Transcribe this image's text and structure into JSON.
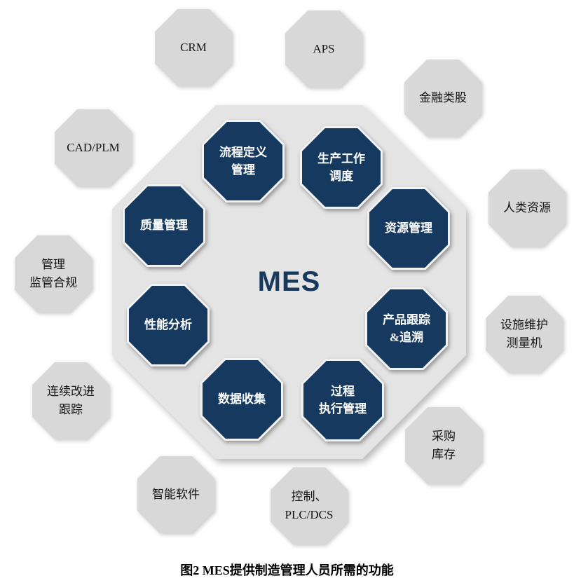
{
  "diagram": {
    "center": {
      "label": "MES"
    },
    "caption": "图2  MES提供制造管理人员所需的功能",
    "colors": {
      "inner_node": "#16395f",
      "inner_text": "#ffffff",
      "outer_node": "#d8d8d8",
      "hub": "#e4e4e4",
      "center_text": "#17395e"
    },
    "inner_nodes": [
      {
        "name": "process-definition-management",
        "lines": [
          "流程定义",
          "管理"
        ]
      },
      {
        "name": "production-work-scheduling",
        "lines": [
          "生产工作",
          "调度"
        ]
      },
      {
        "name": "resource-management",
        "lines": [
          "资源管理"
        ]
      },
      {
        "name": "product-tracking-genealogy",
        "lines": [
          "产品跟踪",
          "&追溯"
        ]
      },
      {
        "name": "process-execution-management",
        "lines": [
          "过程",
          "执行管理"
        ]
      },
      {
        "name": "data-collection",
        "lines": [
          "数据收集"
        ]
      },
      {
        "name": "performance-analysis",
        "lines": [
          "性能分析"
        ]
      },
      {
        "name": "quality-management",
        "lines": [
          "质量管理"
        ]
      }
    ],
    "outer_nodes": [
      {
        "name": "crm",
        "lines": [
          "CRM"
        ]
      },
      {
        "name": "aps",
        "lines": [
          "APS"
        ]
      },
      {
        "name": "financial",
        "lines": [
          "金融类股"
        ]
      },
      {
        "name": "cad-plm",
        "lines": [
          "CAD/PLM"
        ]
      },
      {
        "name": "human-resources",
        "lines": [
          "人类资源"
        ]
      },
      {
        "name": "management-compliance",
        "lines": [
          "管理",
          "监管合规"
        ]
      },
      {
        "name": "facility-maintenance",
        "lines": [
          "设施维护",
          "测量机"
        ]
      },
      {
        "name": "continuous-improvement",
        "lines": [
          "连续改进",
          "跟踪"
        ]
      },
      {
        "name": "procurement-inventory",
        "lines": [
          "采购",
          "库存"
        ]
      },
      {
        "name": "intelligent-software",
        "lines": [
          "智能软件"
        ]
      },
      {
        "name": "control-plc-dcs",
        "lines": [
          "控制、",
          "PLC/DCS"
        ]
      }
    ]
  }
}
